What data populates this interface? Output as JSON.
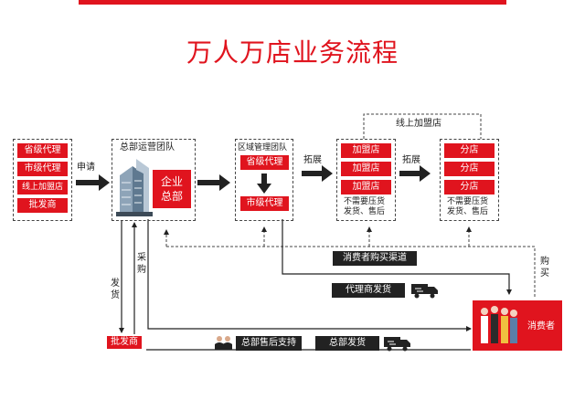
{
  "title": "万人万店业务流程",
  "colors": {
    "accent": "#e0141e",
    "dark": "#222222"
  },
  "left_group": {
    "items": [
      "省级代理",
      "市级代理",
      "线上加盟店",
      "批发商"
    ]
  },
  "arrow_apply": "申请",
  "hq_team": {
    "label": "总部运营团队",
    "badge_line1": "企业",
    "badge_line2": "总部"
  },
  "regional": {
    "label": "区域管理团队",
    "top": "省级代理",
    "bottom": "市级代理"
  },
  "arrow_expand_1": "拓展",
  "franchise": {
    "items": [
      "加盟店",
      "加盟店",
      "加盟店"
    ],
    "note_line1": "不需要压货",
    "note_line2": "发货、售后"
  },
  "arrow_expand_2": "拓展",
  "branches": {
    "items": [
      "分店",
      "分店",
      "分店"
    ],
    "note_line1": "不需要压货",
    "note_line2": "发货、售后"
  },
  "online_franchise": "线上加盟店",
  "channel_bar": "消费者购买渠道",
  "agent_ship": "代理商发货",
  "purchase_vertical": "购买",
  "consumer": "消费者",
  "ship_vertical": "发货",
  "procure_vertical": "采购",
  "wholesaler": "批发商",
  "after_sales": "总部售后支持",
  "hq_ship": "总部发货"
}
